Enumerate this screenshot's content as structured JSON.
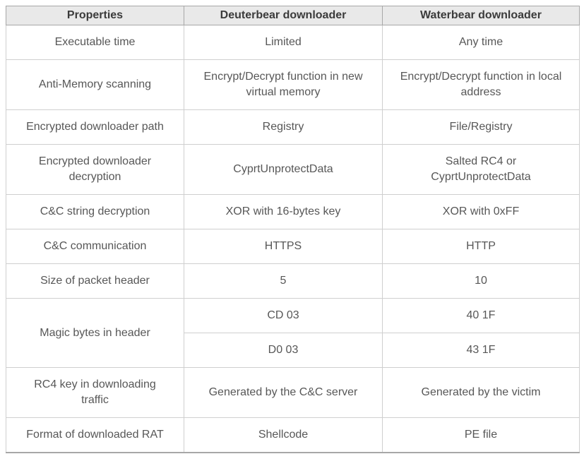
{
  "table": {
    "columns": [
      "Properties",
      "Deuterbear downloader",
      "Waterbear downloader"
    ],
    "rows": [
      {
        "cells": [
          {
            "text": "Executable time"
          },
          {
            "text": "Limited"
          },
          {
            "text": "Any time"
          }
        ]
      },
      {
        "cells": [
          {
            "text": "Anti-Memory scanning"
          },
          {
            "text": "Encrypt/Decrypt function in new virtual memory"
          },
          {
            "text": "Encrypt/Decrypt function in local address"
          }
        ]
      },
      {
        "cells": [
          {
            "text": "Encrypted downloader path"
          },
          {
            "text": "Registry"
          },
          {
            "text": "File/Registry"
          }
        ]
      },
      {
        "cells": [
          {
            "text": "Encrypted downloader decryption"
          },
          {
            "text": "CyprtUnprotectData"
          },
          {
            "text": "Salted RC4 or CyprtUnprotectData"
          }
        ]
      },
      {
        "cells": [
          {
            "text": "C&C string decryption"
          },
          {
            "text": "XOR with 16-bytes key"
          },
          {
            "text": "XOR with 0xFF"
          }
        ]
      },
      {
        "cells": [
          {
            "text": "C&C communication"
          },
          {
            "text": "HTTPS"
          },
          {
            "text": "HTTP"
          }
        ]
      },
      {
        "cells": [
          {
            "text": "Size of packet header"
          },
          {
            "text": "5"
          },
          {
            "text": "10"
          }
        ]
      },
      {
        "cells": [
          {
            "text": "Magic bytes in header",
            "rowspan": 2
          },
          {
            "text": "CD 03"
          },
          {
            "text": "40 1F"
          }
        ]
      },
      {
        "cells": [
          {
            "text": "D0 03"
          },
          {
            "text": "43 1F"
          }
        ]
      },
      {
        "cells": [
          {
            "text": "RC4 key in downloading traffic"
          },
          {
            "text": "Generated by the C&C server"
          },
          {
            "text": "Generated by the victim"
          }
        ]
      },
      {
        "cells": [
          {
            "text": "Format of downloaded RAT"
          },
          {
            "text": "Shellcode"
          },
          {
            "text": "PE file"
          }
        ]
      }
    ]
  },
  "colors": {
    "header_bg": "#e9e9e9",
    "header_text": "#3b3b3b",
    "body_text": "#575757",
    "border_strong": "#a7a7a7",
    "border_light": "#cfcfcf",
    "page_bg": "#ffffff"
  }
}
